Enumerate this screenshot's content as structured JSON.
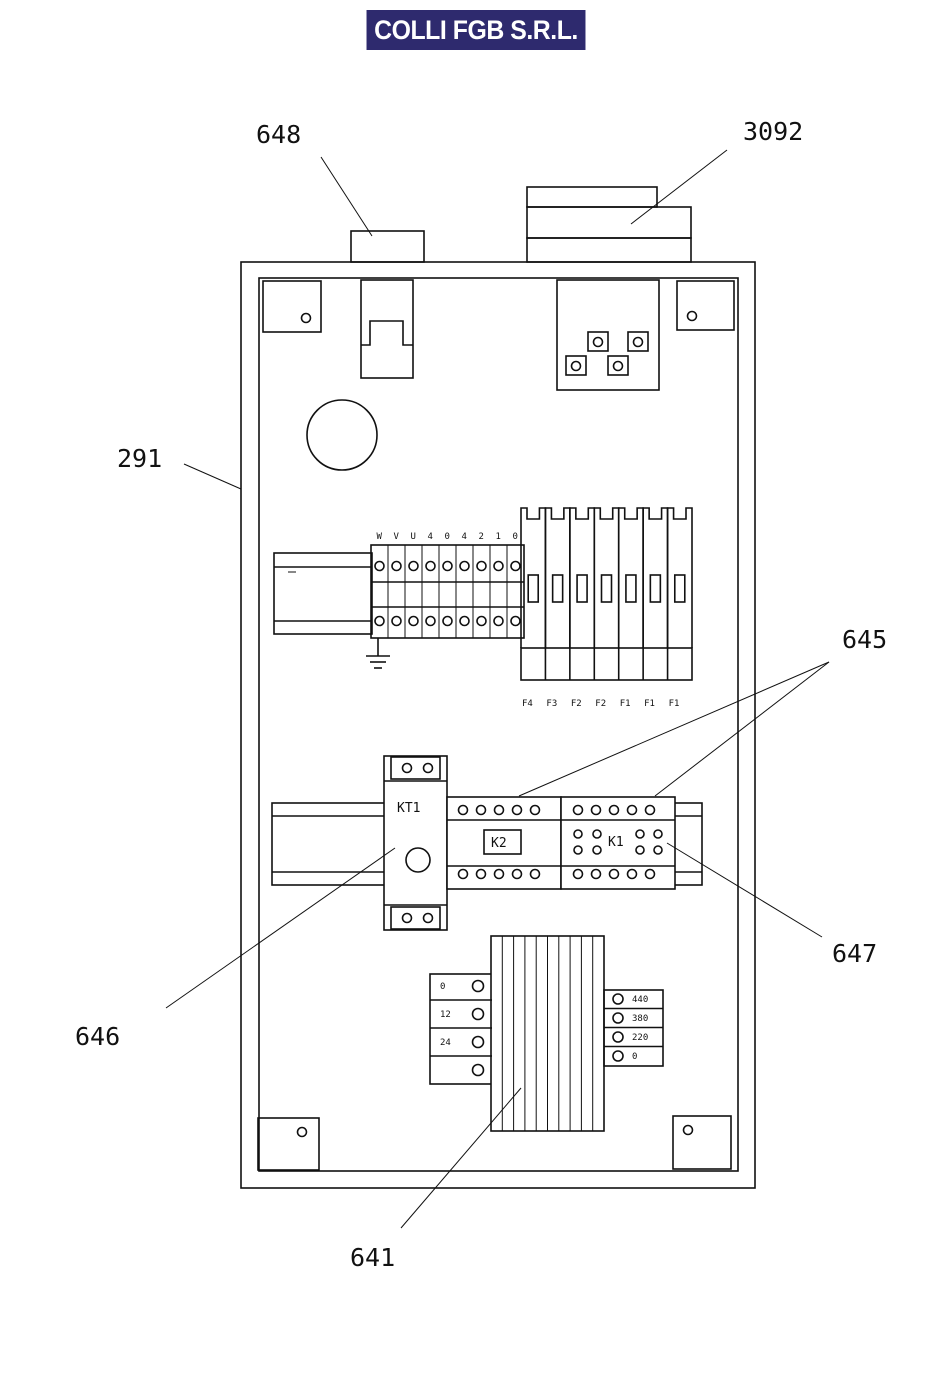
{
  "header": {
    "brand": "COLLI FGB S.R.L.",
    "badge_color": "#2e2a6e"
  },
  "callouts": {
    "c648": "648",
    "c3092": "3092",
    "c291": "291",
    "c645": "645",
    "c647": "647",
    "c646": "646",
    "c641": "641"
  },
  "terminal_block": {
    "labels": [
      "W",
      "V",
      "U",
      "4",
      "0",
      "4",
      "2",
      "1",
      "0"
    ]
  },
  "fuses": {
    "labels": [
      "F4",
      "F3",
      "F2",
      "F2",
      "F1",
      "F1",
      "F1"
    ]
  },
  "components": {
    "timer": "KT1",
    "contactor_k2": "K2",
    "contactor_k1": "K1"
  },
  "transformer": {
    "secondary": [
      "0",
      "12",
      "24"
    ],
    "primary": [
      "440",
      "380",
      "220",
      "0"
    ]
  }
}
